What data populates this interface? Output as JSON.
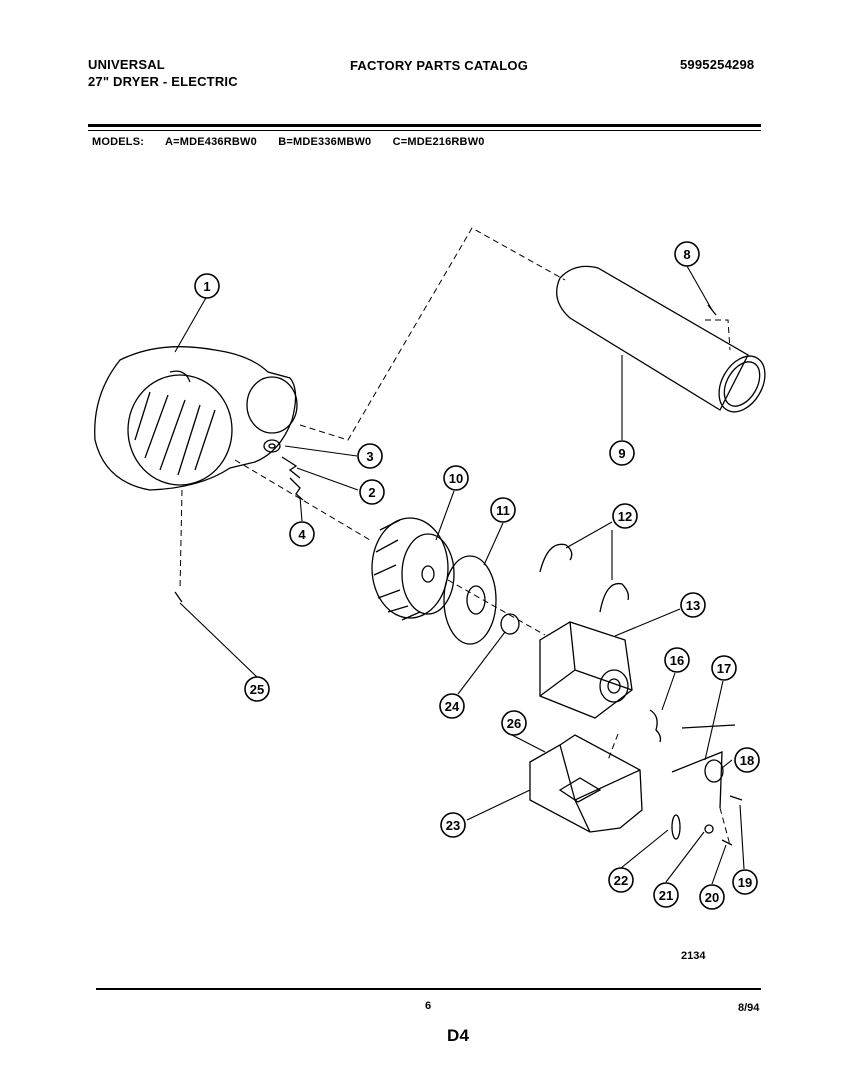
{
  "header": {
    "brand": "UNIVERSAL",
    "product": "27\" DRYER - ELECTRIC",
    "catalog_title": "FACTORY PARTS CATALOG",
    "catalog_number": "5995254298"
  },
  "models": {
    "label": "MODELS:",
    "items": [
      "A=MDE436RBW0",
      "B=MDE336MBW0",
      "C=MDE216RBW0"
    ]
  },
  "parts": {
    "callouts": [
      "1",
      "2",
      "3",
      "4",
      "8",
      "9",
      "10",
      "11",
      "12",
      "13",
      "16",
      "17",
      "18",
      "19",
      "20",
      "21",
      "22",
      "23",
      "24",
      "25",
      "26"
    ]
  },
  "footer": {
    "figure_code": "2134",
    "page_number": "6",
    "date": "8/94",
    "section": "D4"
  }
}
